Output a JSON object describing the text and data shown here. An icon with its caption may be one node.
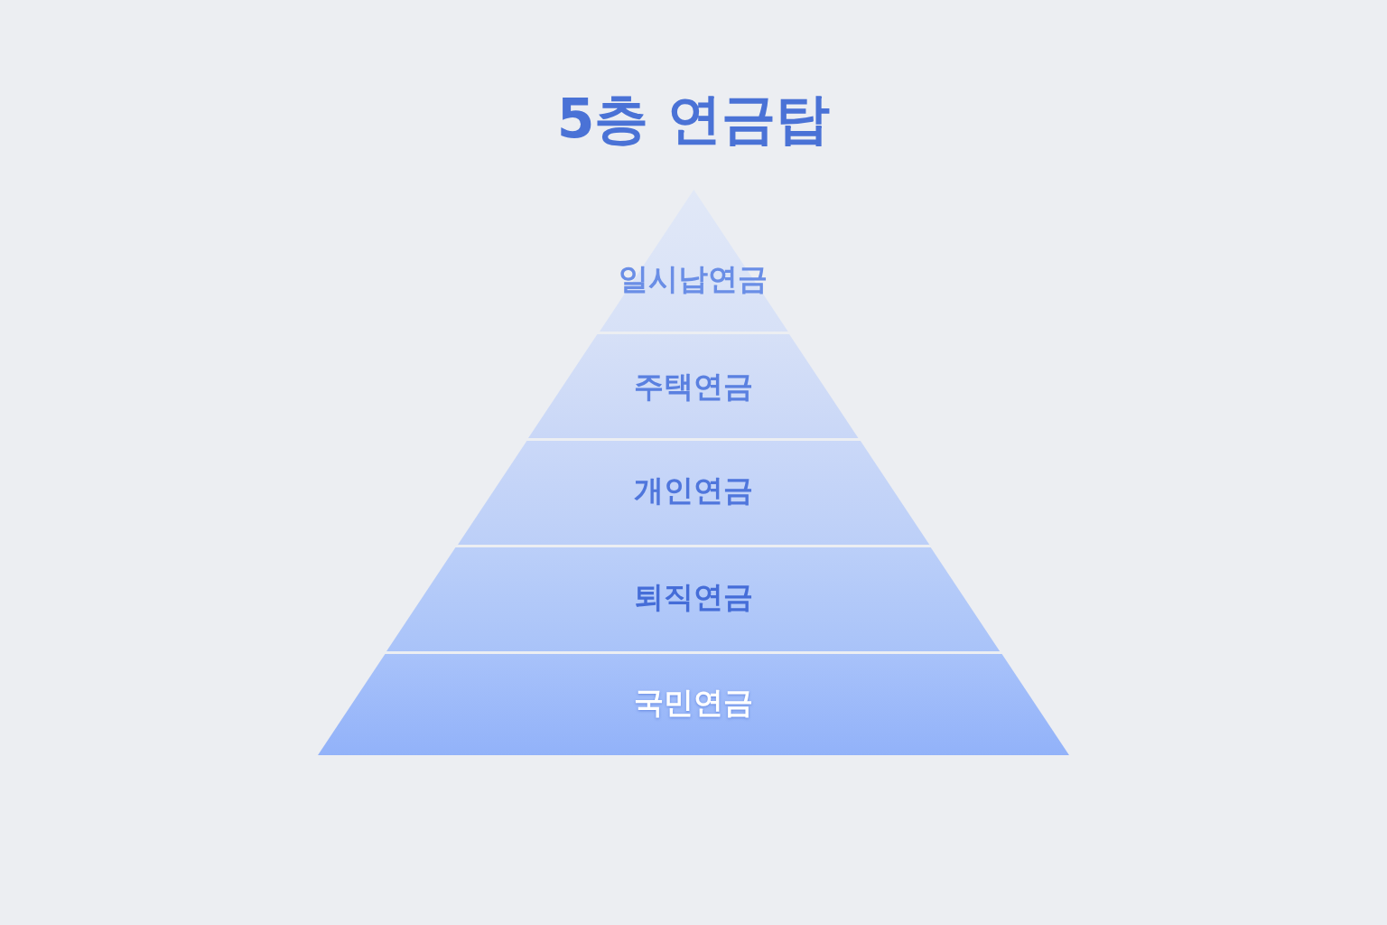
{
  "diagram": {
    "title": "5층 연금탑",
    "nodes": [
      {
        "text": [
          "일시납연금"
        ]
      },
      {
        "text": [
          "주택연금"
        ]
      },
      {
        "text": [
          "개인연금"
        ]
      },
      {
        "text": [
          "퇴직연금"
        ]
      },
      {
        "text": [
          "국민연금"
        ]
      }
    ]
  }
}
